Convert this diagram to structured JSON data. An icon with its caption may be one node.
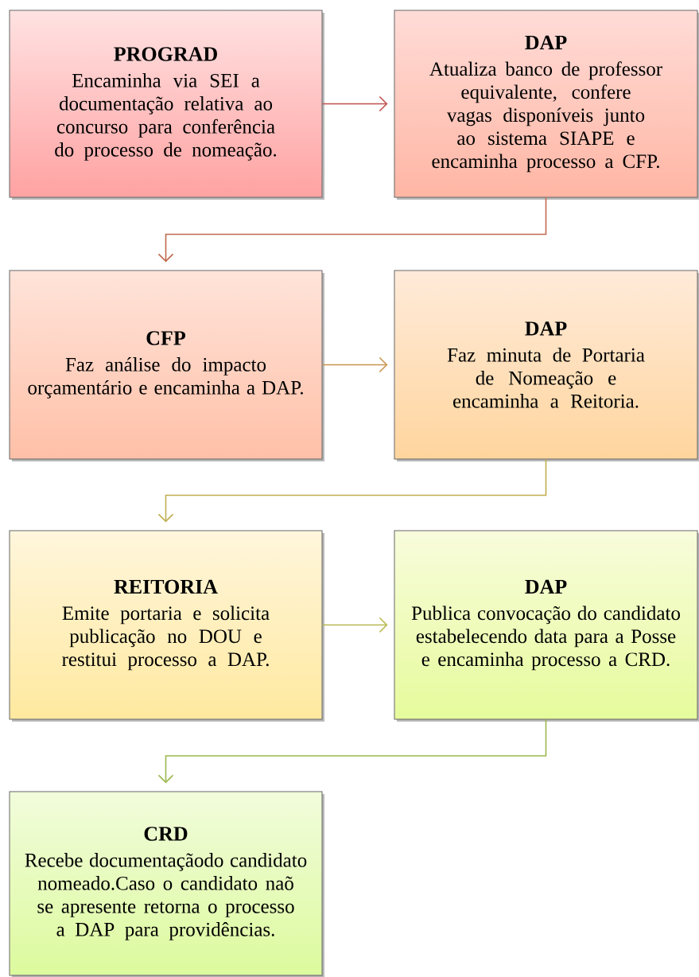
{
  "diagram": {
    "nodes": [
      {
        "text": [
          "PROGRAD",
          "Encaminha via SEI a documentação relativa ao concurso para conferência do processo de nomeação."
        ]
      },
      {
        "text": [
          "DAP",
          "Atualiza banco de professor equivalente, confere vagas disponíveis junto ao sistema SIAPE e encaminha processo a CFP."
        ]
      },
      {
        "text": [
          "CFP",
          "Faz análise do impacto orçamentário e encaminha a DAP."
        ]
      },
      {
        "text": [
          "DAP",
          "Faz minuta de Portaria de Nomeação e encaminha a Reitoria."
        ]
      },
      {
        "text": [
          "REITORIA",
          "Emite portaria e solicita publicação no DOU e restitui processo a DAP."
        ]
      },
      {
        "text": [
          "DAP",
          "Publica convocação do candidato estabelecendo data para a Posse e encaminha processo a CRD."
        ]
      },
      {
        "text": [
          "CRD",
          "Recebe documentaçãodo candidato nomeado.Caso o candidato naõ se apresente retorna o processo a DAP para providências."
        ]
      }
    ],
    "edges": [
      {
        "from": 0,
        "to": 1,
        "arrow": "to",
        "color": "#c0504d"
      },
      {
        "from": 1,
        "to": 2,
        "arrow": "to",
        "color": "#c0694d"
      },
      {
        "from": 2,
        "to": 3,
        "arrow": "to",
        "color": "#c8944f"
      },
      {
        "from": 3,
        "to": 4,
        "arrow": "to",
        "color": "#bfae50"
      },
      {
        "from": 4,
        "to": 5,
        "arrow": "to",
        "color": "#b8b850"
      },
      {
        "from": 5,
        "to": 6,
        "arrow": "to",
        "color": "#9bb850"
      }
    ]
  }
}
